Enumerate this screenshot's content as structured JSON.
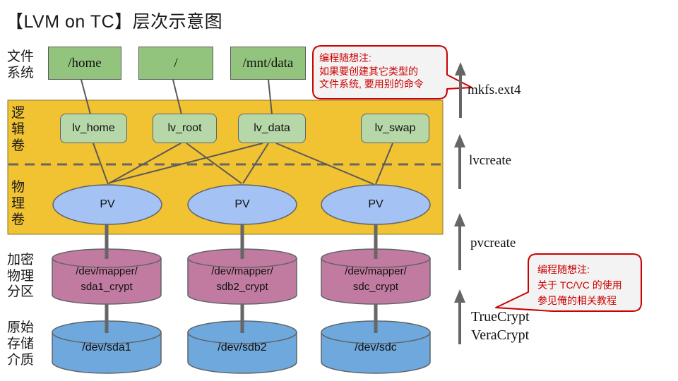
{
  "title": "【LVM on TC】层次示意图",
  "colors": {
    "mount_box": "#93c47d",
    "lv_box": "#b6d7a8",
    "vg_region": "#f1c232",
    "pv_ellipse": "#a4c2f4",
    "crypt_cylinder": "#c27ba0",
    "raw_cylinder": "#6fa8dc",
    "connector_gray": "#666666",
    "note_red": "#cc0000",
    "note_fill": "#f3f3f3"
  },
  "rows": {
    "filesystem": {
      "lines": [
        "文件",
        "系统"
      ]
    },
    "logical": {
      "lines": [
        "逻",
        "辑",
        "卷"
      ]
    },
    "physical": {
      "lines": [
        "物",
        "理",
        "卷"
      ]
    },
    "crypt": {
      "lines": [
        "加密",
        "物理",
        "分区"
      ]
    },
    "raw": {
      "lines": [
        "原始",
        "存储",
        "介质"
      ]
    }
  },
  "mounts": [
    {
      "label": "/home"
    },
    {
      "label": "/"
    },
    {
      "label": "/mnt/data"
    }
  ],
  "lvs": [
    {
      "label": "lv_home"
    },
    {
      "label": "lv_root"
    },
    {
      "label": "lv_data"
    },
    {
      "label": "lv_swap"
    }
  ],
  "pvs": [
    {
      "label": "PV"
    },
    {
      "label": "PV"
    },
    {
      "label": "PV"
    }
  ],
  "crypt_devices": [
    {
      "line1": "/dev/mapper/",
      "line2": "sda1_crypt"
    },
    {
      "line1": "/dev/mapper/",
      "line2": "sdb2_crypt"
    },
    {
      "line1": "/dev/mapper/",
      "line2": "sdc_crypt"
    }
  ],
  "raw_devices": [
    {
      "label": "/dev/sda1"
    },
    {
      "label": "/dev/sdb2"
    },
    {
      "label": "/dev/sdc"
    }
  ],
  "commands": {
    "mkfs": "mkfs.ext4",
    "lvcreate": "lvcreate",
    "pvcreate": "pvcreate",
    "tc": [
      "TrueCrypt",
      "VeraCrypt"
    ]
  },
  "notes": [
    {
      "lines": [
        "编程随想注:",
        "如果要创建其它类型的",
        "文件系统, 要用别的命令"
      ]
    },
    {
      "lines": [
        "编程随想注:",
        "关于 TC/VC 的使用",
        "参见俺的相关教程"
      ]
    }
  ]
}
